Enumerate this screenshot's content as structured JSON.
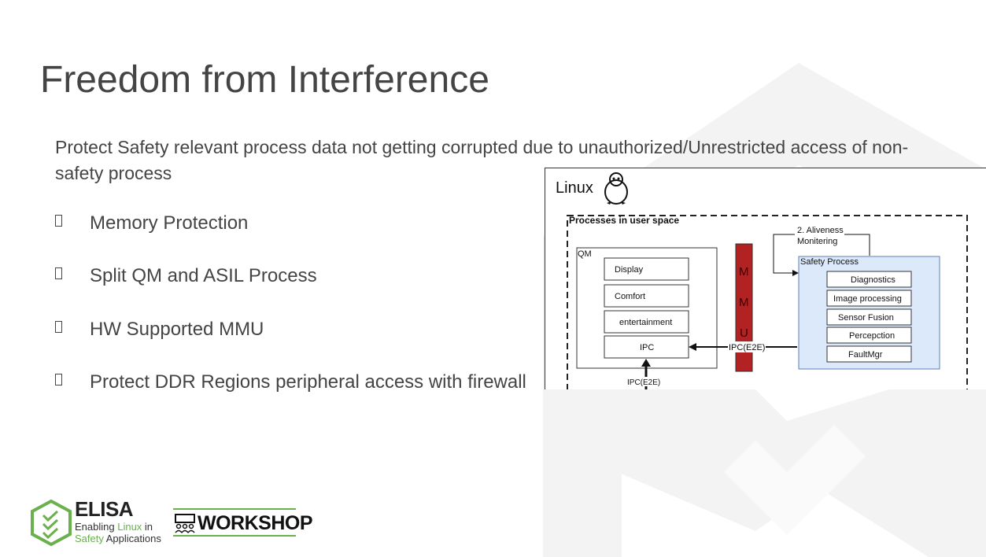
{
  "slide": {
    "title": "Freedom from Interference",
    "subtitle": "Protect Safety relevant process data not getting corrupted due to unauthorized/Unrestricted access of non-safety process",
    "bullets": [
      "Memory Protection",
      "Split QM and ASIL Process",
      "HW Supported MMU",
      "Protect DDR Regions peripheral access with firewall"
    ]
  },
  "diagram": {
    "os_label": "Linux",
    "user_space_label": "Processes in user space",
    "qm_label": "QM",
    "qm_blocks": [
      "Display",
      "Comfort",
      "entertainment",
      "IPC"
    ],
    "mmu_letters": [
      "M",
      "M",
      "U"
    ],
    "ipc_e2e_label": "IPC(E2E)",
    "ipc_bottom_label": "IPC(E2E)",
    "aliveness_line1": "2. Aliveness",
    "aliveness_line2": "Monitering",
    "safety_label": "Safety Process",
    "safety_blocks": [
      "Diagnostics",
      "Image processing",
      "Sensor Fusion",
      "Percepction",
      "FaultMgr"
    ],
    "colors": {
      "mmu": "#b22222",
      "safety_fill": "#dce9fb",
      "safety_border": "#5b7fb5"
    }
  },
  "footer": {
    "logo_title": "ELISA",
    "logo_line1_a": "Enabling ",
    "logo_line1_b": "Linux",
    "logo_line1_c": " in",
    "logo_line2_a": "Safety",
    "logo_line2_b": " Applications",
    "workshop": "WORKSHOP"
  },
  "theme": {
    "text": "#444444",
    "accent": "#6ab04c",
    "watermark": "#f2f2f2"
  }
}
